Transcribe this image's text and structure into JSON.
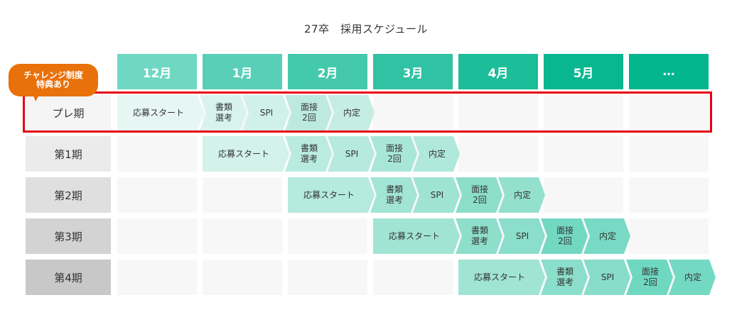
{
  "title": "27卒　採用スケジュール",
  "badge": {
    "line1": "チャレンジ制度",
    "line2": "特典あり",
    "color": "#e8710a"
  },
  "highlight_color": "#e60012",
  "months": [
    {
      "label": "12月",
      "color": "#6fd8c3"
    },
    {
      "label": "1月",
      "color": "#5acfb8"
    },
    {
      "label": "2月",
      "color": "#45c9ad"
    },
    {
      "label": "3月",
      "color": "#30c2a3"
    },
    {
      "label": "4月",
      "color": "#1cbd99"
    },
    {
      "label": "5月",
      "color": "#08b78f"
    },
    {
      "label": "…",
      "color": "#02b58c"
    }
  ],
  "rows": [
    {
      "label": "プレ期",
      "label_bg": "#f5f5f5",
      "steps": [
        {
          "label": "応募スタート",
          "start": 0,
          "span": 2,
          "color": "#e6f7f3"
        },
        {
          "label": "書類\n選考",
          "start": 2,
          "span": 1,
          "color": "#d8f3ed"
        },
        {
          "label": "SPI",
          "start": 3,
          "span": 1,
          "color": "#d0f1ea"
        },
        {
          "label": "面接\n2回",
          "start": 4,
          "span": 1,
          "color": "#bdeadf"
        },
        {
          "label": "内定",
          "start": 5,
          "span": 1,
          "color": "#c5ede4"
        }
      ]
    },
    {
      "label": "第1期",
      "label_bg": "#ebebeb",
      "steps": [
        {
          "label": "応募スタート",
          "start": 2,
          "span": 2,
          "color": "#d2f2ea"
        },
        {
          "label": "書類\n選考",
          "start": 4,
          "span": 1,
          "color": "#b9ebdf"
        },
        {
          "label": "SPI",
          "start": 5,
          "span": 1,
          "color": "#b6eade"
        },
        {
          "label": "面接\n2回",
          "start": 6,
          "span": 1,
          "color": "#a8e6d8"
        },
        {
          "label": "内定",
          "start": 7,
          "span": 1,
          "color": "#b0e8db"
        }
      ]
    },
    {
      "label": "第2期",
      "label_bg": "#dfdfdf",
      "steps": [
        {
          "label": "応募スタート",
          "start": 4,
          "span": 2,
          "color": "#b5eade"
        },
        {
          "label": "書類\n選考",
          "start": 6,
          "span": 1,
          "color": "#a2e4d5"
        },
        {
          "label": "SPI",
          "start": 7,
          "span": 1,
          "color": "#9fe3d3"
        },
        {
          "label": "面接\n2回",
          "start": 8,
          "span": 1,
          "color": "#8cdecb"
        },
        {
          "label": "内定",
          "start": 9,
          "span": 1,
          "color": "#93e0ce"
        }
      ]
    },
    {
      "label": "第3期",
      "label_bg": "#d3d3d3",
      "steps": [
        {
          "label": "応募スタート",
          "start": 6,
          "span": 2,
          "color": "#a1e4d4"
        },
        {
          "label": "書類\n選考",
          "start": 8,
          "span": 1,
          "color": "#8ddfcc"
        },
        {
          "label": "SPI",
          "start": 9,
          "span": 1,
          "color": "#8adecb"
        },
        {
          "label": "面接\n2回",
          "start": 10,
          "span": 1,
          "color": "#72d8c2"
        },
        {
          "label": "内定",
          "start": 11,
          "span": 1,
          "color": "#78d9c4"
        }
      ]
    },
    {
      "label": "第4期",
      "label_bg": "#c8c8c8",
      "steps": [
        {
          "label": "応募スタート",
          "start": 8,
          "span": 2,
          "color": "#a0e4d4"
        },
        {
          "label": "書類\n選考",
          "start": 10,
          "span": 1,
          "color": "#8bdecb"
        },
        {
          "label": "SPI",
          "start": 11,
          "span": 1,
          "color": "#87ddca"
        },
        {
          "label": "面接\n2回",
          "start": 12,
          "span": 1,
          "color": "#6fd8c1"
        },
        {
          "label": "内定",
          "start": 13,
          "span": 1,
          "color": "#74d9c3"
        }
      ]
    }
  ]
}
